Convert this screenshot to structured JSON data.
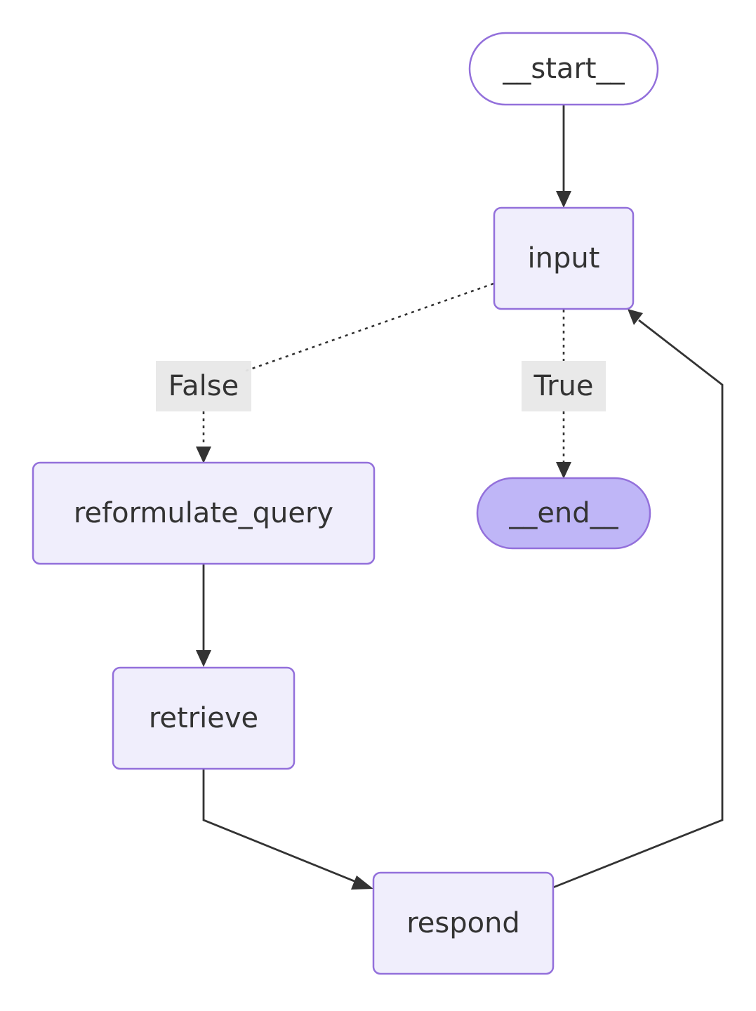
{
  "diagram": {
    "nodes": {
      "start": {
        "label": "__start__"
      },
      "input": {
        "label": "input"
      },
      "reformulate_query": {
        "label": "reformulate_query"
      },
      "end": {
        "label": "__end__"
      },
      "retrieve": {
        "label": "retrieve"
      },
      "respond": {
        "label": "respond"
      }
    },
    "edges": {
      "start_to_input": {
        "from": "__start__",
        "to": "input",
        "style": "solid"
      },
      "input_to_reformulate": {
        "from": "input",
        "to": "reformulate_query",
        "style": "dashed",
        "label": "False"
      },
      "input_to_end": {
        "from": "input",
        "to": "__end__",
        "style": "dashed",
        "label": "True"
      },
      "reformulate_to_retrieve": {
        "from": "reformulate_query",
        "to": "retrieve",
        "style": "solid"
      },
      "retrieve_to_respond": {
        "from": "retrieve",
        "to": "respond",
        "style": "solid"
      },
      "respond_to_input": {
        "from": "respond",
        "to": "input",
        "style": "solid"
      }
    },
    "colors": {
      "node_fill": "#ECECFF",
      "node_stroke": "#9370DB",
      "end_fill": "#BFB6F7",
      "edge": "#333333",
      "edge_label_bg": "#E8E8E8",
      "text": "#333333"
    }
  }
}
